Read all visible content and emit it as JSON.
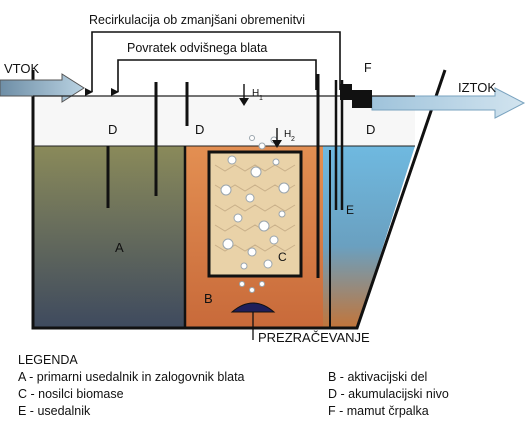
{
  "diagram": {
    "labels": {
      "recirculation": "Recirkulacija ob zmanjšani obremenitvi",
      "sludge_return": "Povratek odvišnega blata",
      "inflow": "VTOK",
      "outflow": "IZTOK",
      "aeration": "PREZRAČEVANJE",
      "zone_a": "A",
      "zone_b": "B",
      "zone_c": "C",
      "zone_d1": "D",
      "zone_d2": "D",
      "zone_d3": "D",
      "zone_e": "E",
      "pump_f": "F",
      "h1": "H",
      "h1_sub": "1",
      "h2": "H",
      "h2_sub": "2"
    },
    "colors": {
      "zone_a": "#6b6a4a",
      "zone_b": "#d9814a",
      "zone_e": "#5aa9d6",
      "carrier": "#e6c9a0",
      "arrow": "#8fb7cf"
    }
  },
  "legend": {
    "title": "LEGENDA",
    "items": [
      "A - primarni usedalnik in zalogovnik blata",
      "B - aktivacijski del",
      "C - nosilci biomase",
      "D - akumulacijski nivo",
      "E - usedalnik",
      "F - mamut črpalka"
    ]
  }
}
